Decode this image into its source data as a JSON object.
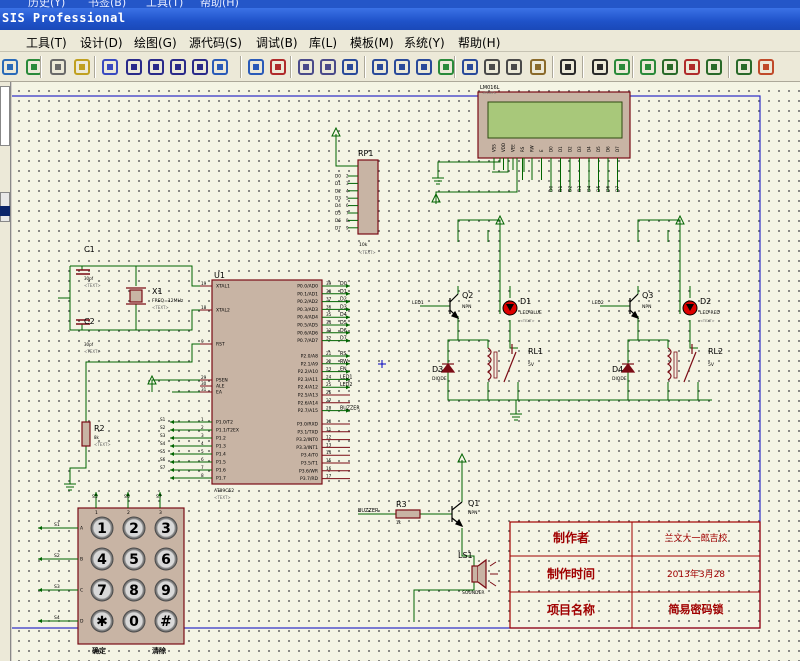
{
  "window": {
    "title": "SIS Professional",
    "cut_menu": [
      "历史(Y)",
      "书签(B)",
      "工具(T)",
      "帮助(H)"
    ]
  },
  "menubar": {
    "items": [
      "工具(T)",
      "设计(D)",
      "绘图(G)",
      "源代码(S)",
      "调试(B)",
      "库(L)",
      "模板(M)",
      "系统(Y)",
      "帮助(H)"
    ]
  },
  "toolbar": {
    "icons": [
      "page-icon",
      "refresh-icon",
      "grid-icon",
      "origin-icon",
      "pan-icon",
      "zoom-in-icon",
      "zoom-out-icon",
      "zoom-all-icon",
      "zoom-area-icon",
      "undo-icon",
      "redo-icon",
      "cut-icon",
      "copy-icon",
      "paste-icon",
      "block-copy-icon",
      "block-move-icon",
      "block-rotate-icon",
      "block-delete-icon",
      "pick-device-icon",
      "make-device-icon",
      "package-icon",
      "decompose-icon",
      "wire-autoroute-icon",
      "search-tag-icon",
      "property-tool-icon",
      "netlist-icon",
      "design-explorer-icon",
      "new-sheet-icon",
      "remove-sheet-icon",
      "goto-sheet-icon",
      "bom-icon",
      "ares-icon"
    ]
  },
  "schematic": {
    "lcd": {
      "ref": "LM016L",
      "text_tag": "<TEXT>",
      "pins": [
        "VSS",
        "VDD",
        "VEE",
        "RS",
        "RW",
        "E",
        "D0",
        "D1",
        "D2",
        "D3",
        "D4",
        "D5",
        "D6",
        "D7"
      ]
    },
    "rp1": {
      "ref": "RP1",
      "value": "10k",
      "text_tag": "<TEXT>",
      "pins": [
        "D0",
        "D1",
        "D2",
        "D3",
        "D4",
        "D5",
        "D6",
        "D7"
      ]
    },
    "c1": {
      "ref": "C1",
      "value": "30pf",
      "text_tag": "<TEXT>"
    },
    "c2": {
      "ref": "C2",
      "value": "30pf",
      "text_tag": "<TEXT>"
    },
    "x1": {
      "ref": "X1",
      "value": "FREQ=12MHz",
      "text_tag": "<TEXT>"
    },
    "u1": {
      "ref": "U1",
      "part": "AT89C52",
      "text_tag": "<TEXT>",
      "left_pins": [
        {
          "num": "19",
          "name": "XTAL1"
        },
        {
          "num": "18",
          "name": "XTAL2"
        },
        {
          "num": "9",
          "name": "RST"
        },
        {
          "num": "29",
          "name": "PSEN"
        },
        {
          "num": "30",
          "name": "ALE"
        },
        {
          "num": "31",
          "name": "EA"
        }
      ],
      "p1_pins": [
        {
          "num": "1",
          "name": "P1.0/T2",
          "net": "S1"
        },
        {
          "num": "2",
          "name": "P1.1/T2EX",
          "net": "S2"
        },
        {
          "num": "3",
          "name": "P1.2",
          "net": "S3"
        },
        {
          "num": "4",
          "name": "P1.3",
          "net": "S4"
        },
        {
          "num": "5",
          "name": "P1.4",
          "net": "S5"
        },
        {
          "num": "6",
          "name": "P1.5",
          "net": "S6"
        },
        {
          "num": "7",
          "name": "P1.6",
          "net": "S7"
        },
        {
          "num": "8",
          "name": "P1.7",
          "net": ""
        }
      ],
      "p0_pins": [
        {
          "num": "39",
          "name": "P0.0/AD0",
          "net": "D0"
        },
        {
          "num": "38",
          "name": "P0.1/AD1",
          "net": "D1"
        },
        {
          "num": "37",
          "name": "P0.2/AD2",
          "net": "D2"
        },
        {
          "num": "36",
          "name": "P0.3/AD3",
          "net": "D3"
        },
        {
          "num": "35",
          "name": "P0.4/AD4",
          "net": "D4"
        },
        {
          "num": "34",
          "name": "P0.5/AD5",
          "net": "D5"
        },
        {
          "num": "33",
          "name": "P0.6/AD6",
          "net": "D6"
        },
        {
          "num": "32",
          "name": "P0.7/AD7",
          "net": "D7"
        }
      ],
      "p2_pins": [
        {
          "num": "21",
          "name": "P2.0/A8",
          "net": "RS"
        },
        {
          "num": "22",
          "name": "P2.1/A9",
          "net": "RW"
        },
        {
          "num": "23",
          "name": "P2.2/A10",
          "net": "EN"
        },
        {
          "num": "24",
          "name": "P2.3/A11",
          "net": "LED1"
        },
        {
          "num": "25",
          "name": "P2.4/A12",
          "net": "LED2"
        },
        {
          "num": "26",
          "name": "P2.5/A13",
          "net": ""
        },
        {
          "num": "27",
          "name": "P2.6/A14",
          "net": ""
        },
        {
          "num": "28",
          "name": "P2.7/A15",
          "net": "BUZZER"
        }
      ],
      "p3_pins": [
        {
          "num": "10",
          "name": "P3.0/RXD"
        },
        {
          "num": "11",
          "name": "P3.1/TXD"
        },
        {
          "num": "12",
          "name": "P3.2/INT0"
        },
        {
          "num": "13",
          "name": "P3.3/INT1"
        },
        {
          "num": "14",
          "name": "P3.4/T0"
        },
        {
          "num": "15",
          "name": "P3.5/T1"
        },
        {
          "num": "16",
          "name": "P3.6/WR"
        },
        {
          "num": "17",
          "name": "P3.7/RD"
        }
      ]
    },
    "r2": {
      "ref": "R2",
      "value": "8k",
      "text_tag": "<TEXT>"
    },
    "keypad": {
      "cols": [
        "S5",
        "S6",
        "S7"
      ],
      "rows": [
        "S1",
        "S2",
        "S3",
        "S4"
      ],
      "row_letters": [
        "A",
        "B",
        "C",
        "D"
      ],
      "keys": [
        "1",
        "2",
        "3",
        "4",
        "5",
        "6",
        "7",
        "8",
        "9",
        "✱",
        "0",
        "#"
      ],
      "bottom_labels": [
        "确定",
        "清除"
      ]
    },
    "relay1": {
      "q": {
        "ref": "Q2",
        "type": "NPN"
      },
      "d_led": {
        "ref": "D1",
        "value": "LED-BLUE",
        "text_tag": "<TEXT>"
      },
      "d_diode": {
        "ref": "D3",
        "value": "DIODE"
      },
      "rl": {
        "ref": "RL1",
        "value": "5V"
      },
      "net": "LED1"
    },
    "relay2": {
      "q": {
        "ref": "Q3",
        "type": "NPN"
      },
      "d_led": {
        "ref": "D2",
        "value": "LED-RED",
        "text_tag": "<TEXT>"
      },
      "d_diode": {
        "ref": "D4",
        "value": "DIODE"
      },
      "rl": {
        "ref": "RL2",
        "value": "5V"
      },
      "net": "LED2"
    },
    "buzzer": {
      "r": {
        "ref": "R3",
        "value": "1k"
      },
      "q": {
        "ref": "Q1",
        "type": "NPN"
      },
      "ls": {
        "ref": "LS1",
        "value": "SOUNDER"
      },
      "net": "BUZZER"
    },
    "title_block": {
      "rows": [
        {
          "label": "制作者",
          "value": "兰文大一郎吉校"
        },
        {
          "label": "制作时间",
          "value": "2013年3月28"
        },
        {
          "label": "项目名称",
          "value": "简易密码锁"
        }
      ]
    }
  },
  "colors": {
    "wire": "#006400",
    "component": "#7a0a14",
    "fill": "#c8b4a4",
    "text_blue": "#000090",
    "border_blue": "#3030c8",
    "title_red": "#a00000"
  }
}
